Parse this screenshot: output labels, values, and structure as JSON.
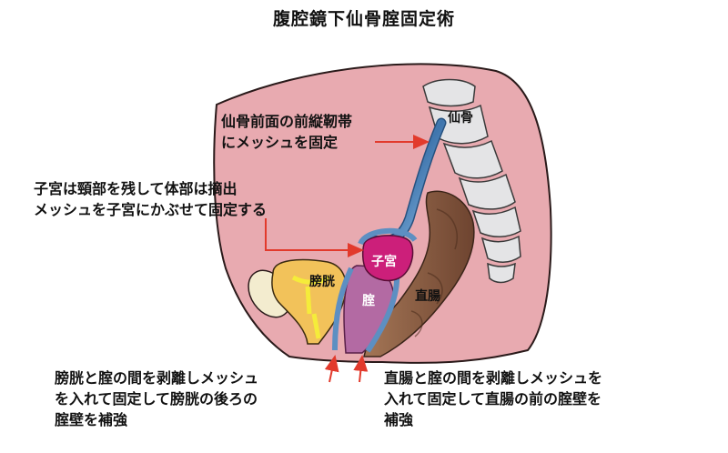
{
  "title": "腹腔鏡下仙骨腟固定術",
  "labels": {
    "sacrum": "仙骨",
    "uterus": "子宮",
    "bladder": "膀胱",
    "vagina": "腟",
    "rectum": "直腸"
  },
  "notes": {
    "sacrum_mesh": [
      "仙骨前面の前縦靭帯",
      "にメッシュを固定"
    ],
    "uterus_mesh": [
      "子宮は頸部を残して体部は摘出",
      "メッシュを子宮にかぶせて固定する"
    ],
    "bladder_mesh": [
      "膀胱と腟の間を剥離しメッシュ",
      "を入れて固定して膀胱の後ろの",
      "腟壁を補強"
    ],
    "rectum_mesh": [
      "直腸と腟の間を剥離しメッシュを",
      "入れて固定して直腸の前の腟壁を",
      "補強"
    ]
  },
  "colors": {
    "body": "#e8aab0",
    "bladder": "#f2c25a",
    "uterus": "#cc1f7a",
    "rectum": "#8a5a3e",
    "mesh": "#5d8fc2",
    "vagina": "#b36aa3",
    "arrow": "#e23a2c"
  }
}
